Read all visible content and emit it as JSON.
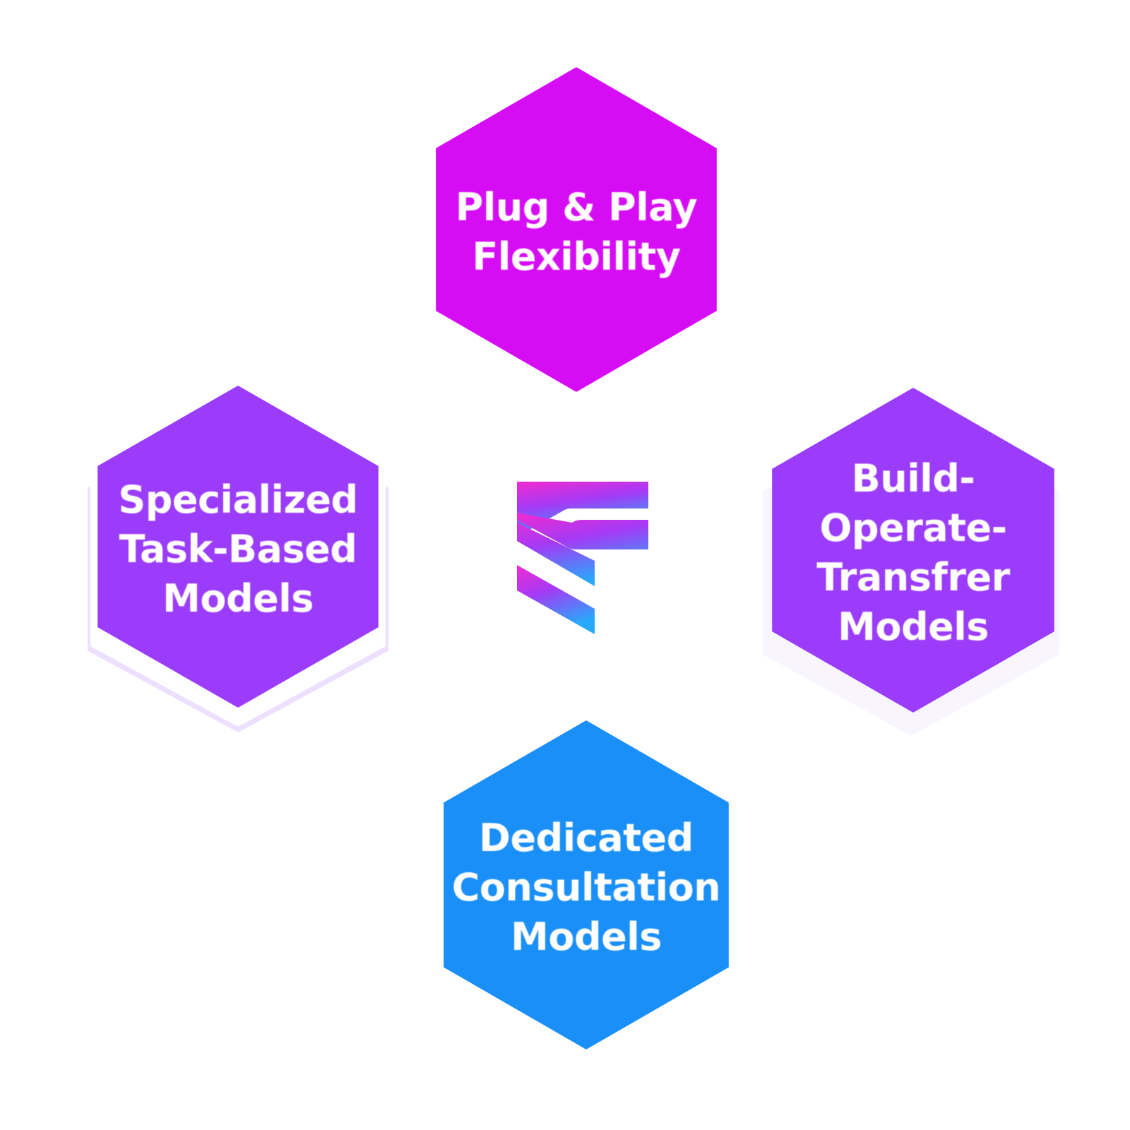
{
  "diagram": {
    "nodes": [
      {
        "id": "top",
        "label": "Plug & Play\nFlexibility",
        "color": "#d60cf5"
      },
      {
        "id": "left",
        "label": "Specialized\nTask-Based\nModels",
        "color": "#9b3cfb"
      },
      {
        "id": "right",
        "label": "Build-Operate-\nTransfrer\nModels",
        "color": "#9b3cfb"
      },
      {
        "id": "bottom",
        "label": "Dedicated\nConsultation\nModels",
        "color": "#1a8ff7"
      }
    ],
    "logo": {
      "icon": "stacked-stripes-logo-icon",
      "gradient_top": "#f02bd0",
      "gradient_mid": "#a53af5",
      "gradient_bottom": "#27a9fb"
    }
  }
}
